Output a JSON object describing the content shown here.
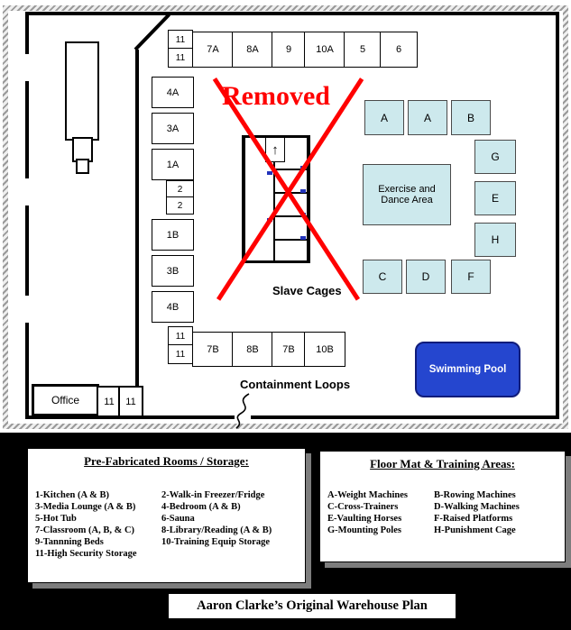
{
  "canvas": {
    "removed_label": "Removed",
    "slave_cages_label": "Slave Cages",
    "containment_loops_label": "Containment Loops",
    "exercise_area_label": "Exercise and Dance Area",
    "pool_label": "Swimming Pool",
    "office_label": "Office",
    "up_arrow_icon": "↑",
    "top_small_rooms": [
      "11",
      "11"
    ],
    "top_row_rooms": [
      "7A",
      "8A",
      "9",
      "10A",
      "5",
      "6"
    ],
    "left_rooms_a": [
      "4A",
      "3A",
      "1A"
    ],
    "left_small_rooms": [
      "2",
      "2"
    ],
    "left_rooms_b": [
      "1B",
      "3B",
      "4B"
    ],
    "bottom_small_rooms": [
      "11",
      "11"
    ],
    "bottom_row_rooms": [
      "7B",
      "8B",
      "7B",
      "10B"
    ],
    "office_small_rooms": [
      "11",
      "11"
    ],
    "mats_top": [
      "A",
      "A",
      "B"
    ],
    "mats_right": [
      "G",
      "E",
      "H"
    ],
    "mats_bottom": [
      "C",
      "D",
      "F"
    ],
    "colors": {
      "mat_fill": "#cde9ed",
      "pool_fill": "#2546cf",
      "removed_red": "#ff0000",
      "cage_accent_blue": "#2233bb"
    }
  },
  "legend_rooms": {
    "title": "Pre-Fabricated Rooms / Storage:",
    "col1": [
      "1-Kitchen (A & B)",
      "3-Media Lounge (A & B)",
      "5-Hot Tub",
      "7-Classroom (A, B, & C)",
      "9-Tannning Beds",
      "11-High Security Storage"
    ],
    "col2": [
      "2-Walk-in Freezer/Fridge",
      "4-Bedroom (A & B)",
      "6-Sauna",
      "8-Library/Reading (A & B)",
      "10-Training Equip Storage"
    ]
  },
  "legend_mats": {
    "title": "Floor Mat & Training Areas:",
    "col1": [
      "A-Weight Machines",
      "C-Cross-Trainers",
      "E-Vaulting Horses",
      "G-Mounting Poles"
    ],
    "col2": [
      "B-Rowing Machines",
      "D-Walking Machines",
      "F-Raised Platforms",
      "H-Punishment Cage"
    ]
  },
  "footer_title": "Aaron Clarke’s Original Warehouse Plan"
}
